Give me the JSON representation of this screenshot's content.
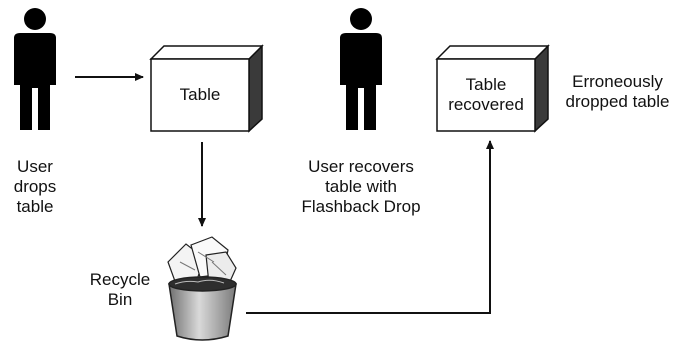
{
  "left_box": {
    "label": "Table"
  },
  "right_box": {
    "line1": "Table",
    "line2": "recovered"
  },
  "user_left": {
    "line1": "User",
    "line2": "drops",
    "line3": "table"
  },
  "user_right": {
    "line1": "User recovers",
    "line2": "table with",
    "line3": "Flashback Drop"
  },
  "note": {
    "line1": "Erroneously",
    "line2": "dropped table"
  },
  "recycle_bin": {
    "line1": "Recycle",
    "line2": "Bin"
  },
  "icons": {
    "user": "person-silhouette-icon",
    "bin": "recycle-bin-icon",
    "box": "3d-box"
  },
  "colors": {
    "figure": "#000000",
    "box_face": "#ffffff",
    "box_side": "#3a3a3a",
    "line": "#111111"
  }
}
